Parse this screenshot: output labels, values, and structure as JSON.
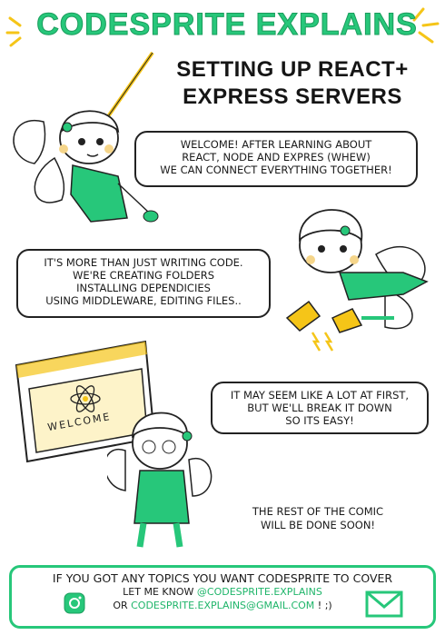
{
  "title": "CODESPRITE EXPLAINS",
  "subtitle_line1": "SETTING UP REACT+",
  "subtitle_line2": "EXPRESS SERVERS",
  "bubble1": {
    "line1": "WELCOME! AFTER LEARNING ABOUT",
    "line2": "REACT, NODE AND EXPRES (WHEW)",
    "line3": "WE CAN CONNECT EVERYTHING TOGETHER!"
  },
  "bubble2": {
    "line1": "IT'S MORE THAN JUST WRITING CODE.",
    "line2": "WE'RE CREATING FOLDERS",
    "line3": "INSTALLING DEPENDICIES",
    "line4": "USING MIDDLEWARE, EDITING FILES.."
  },
  "bubble3": {
    "line1": "IT MAY SEEM LIKE A LOT AT FIRST,",
    "line2": "BUT WE'LL BREAK IT DOWN",
    "line3": "SO ITS EASY!"
  },
  "screen_text": "WELCOME",
  "rest_note": {
    "line1": "THE REST OF THE COMIC",
    "line2": "WILL BE DONE SOON!"
  },
  "footer": {
    "line1": "IF YOU GOT ANY TOPICS YOU WANT CODESPRITE TO COVER",
    "line2_prefix": "LET ME KNOW",
    "handle": "@CODESPRITE.EXPLAINS",
    "line3_prefix": "OR",
    "email": "CODESPRITE.EXPLAINS@GMAIL.COM",
    "line3_suffix": "! ;)"
  },
  "colors": {
    "accent_green": "#27c77a",
    "accent_yellow": "#f5c518",
    "ink": "#1a1a1a"
  },
  "icons": [
    "instagram-icon",
    "envelope-icon",
    "react-atom-icon",
    "sparkle-icon",
    "plug-icon"
  ]
}
